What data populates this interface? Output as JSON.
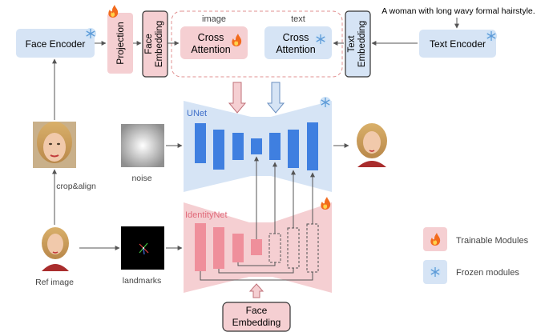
{
  "prompt": "A woman with long wavy formal hairstyle.",
  "modules": {
    "face_encoder": "Face Encoder",
    "projection": "Projection",
    "face_embedding_top": "Face Embedding",
    "cross_attention": "Cross Attention",
    "text_embedding": "Text Embedding",
    "text_encoder": "Text Encoder",
    "face_embedding_bottom": "Face Embedding"
  },
  "attention_group_labels": {
    "image": "image",
    "text": "text"
  },
  "networks": {
    "unet": "UNet",
    "identitynet": "IdentityNet"
  },
  "input_labels": {
    "crop_align": "crop&align",
    "noise": "noise",
    "ref_image": "Ref image",
    "landmarks": "landmarks"
  },
  "legend": {
    "trainable": "Trainable Modules",
    "frozen": "Frozen modules"
  },
  "colors": {
    "frozen_blue": "#d6e4f5",
    "trainable_pink": "#f5cfd2",
    "unet_bar": "#3f7fe0",
    "identity_bar": "#ef8f9b",
    "border_dark": "#333333",
    "dashed_group": "#e19090",
    "fire": "#f26b1d",
    "snowflake": "#9ec4ea"
  },
  "icons": [
    "fire-icon",
    "snowflake-icon"
  ]
}
